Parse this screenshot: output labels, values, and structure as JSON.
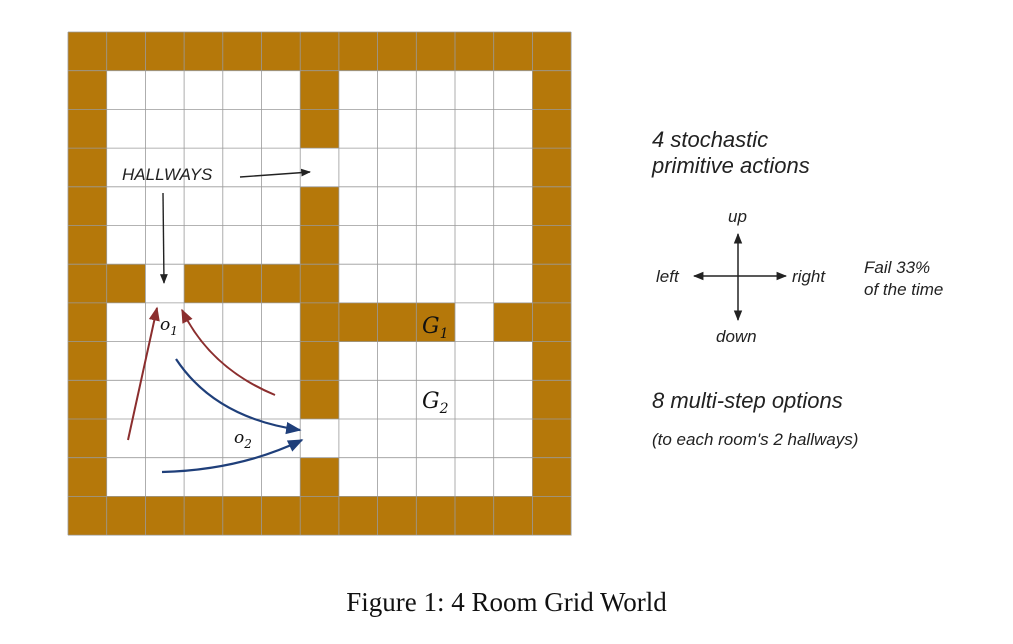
{
  "colors": {
    "wall": "#B5780A",
    "grid_line": "#9a9a9a",
    "option1_arrow": "#8B2E2E",
    "option2_arrow": "#1F3F7A",
    "annotation_arrow": "#222222"
  },
  "grid": {
    "cols": 13,
    "rows": 13,
    "wall_rows": [
      "wwwwwwwwwwwww",
      "w.....w.....w",
      "w.....w.....w",
      "w...........w",
      "w.....w.....w",
      "w.....w.....w",
      "ww.wwww.....w",
      "w.....wwww.ww",
      "w.....w.....w",
      "w.....w.....w",
      "w...........w",
      "w.....w.....w",
      "wwwwwwwwwwwww"
    ]
  },
  "labels": {
    "hallways": "HALLWAYS",
    "g1_letter": "G",
    "g1_sub": "1",
    "g2_letter": "G",
    "g2_sub": "2",
    "o1_letter": "o",
    "o1_sub": "1",
    "o2_letter": "o",
    "o2_sub": "2"
  },
  "actions": {
    "title_line1": "4 stochastic",
    "title_line2": "primitive actions",
    "up": "up",
    "down": "down",
    "left": "left",
    "right": "right",
    "fail_line1": "Fail 33%",
    "fail_line2": "of the time"
  },
  "options": {
    "title": "8 multi-step options",
    "note": "(to each room's 2 hallways)"
  },
  "caption": "Figure 1: 4 Room Grid World"
}
